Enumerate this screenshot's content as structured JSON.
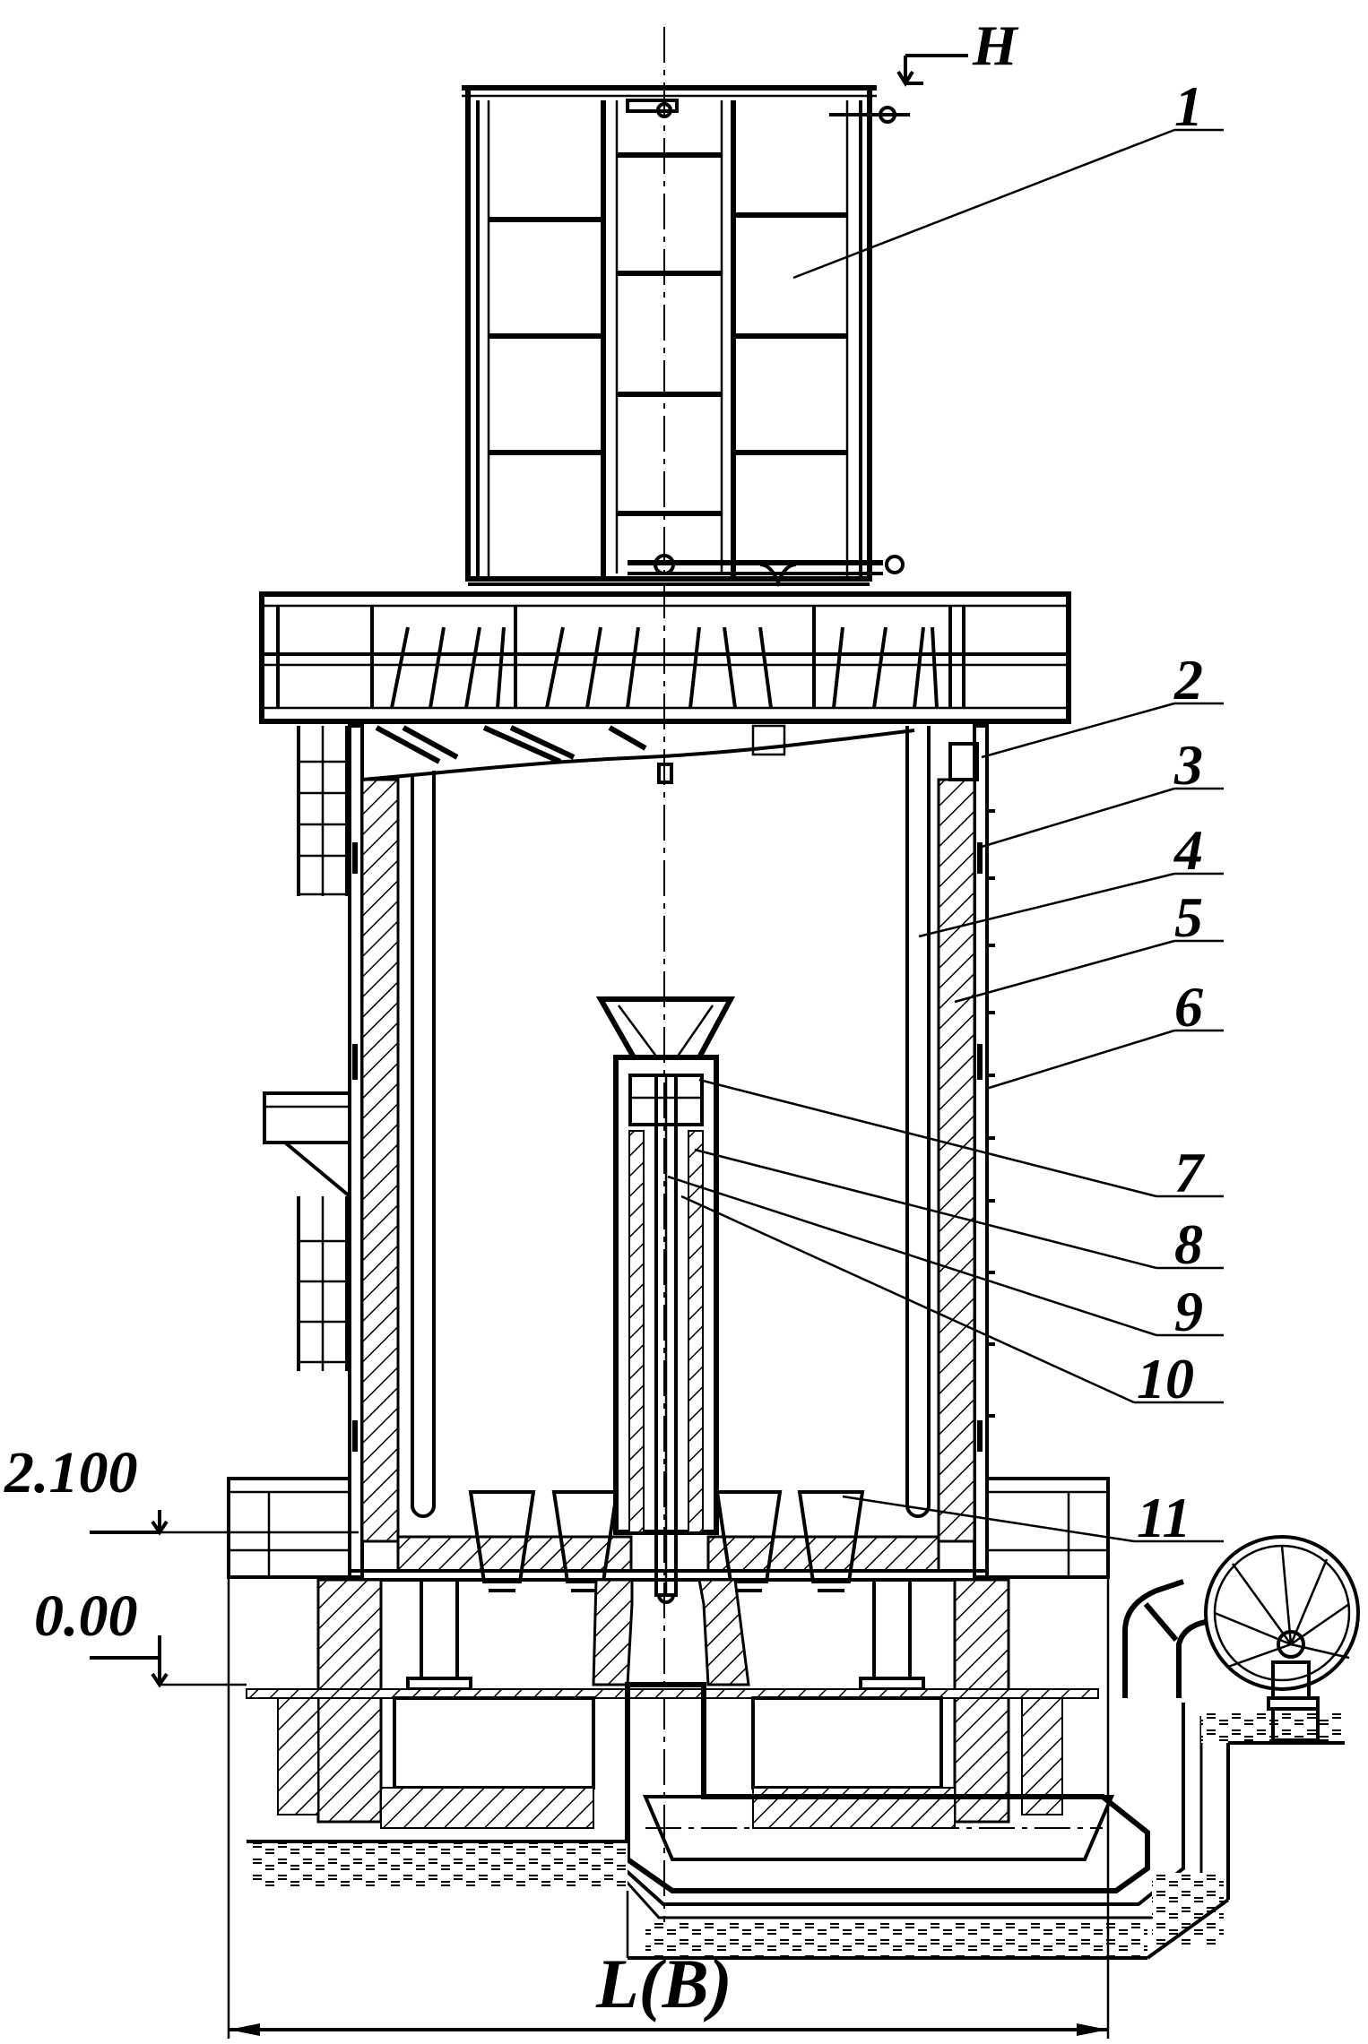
{
  "drawing": {
    "marks": {
      "top_elevation": "H",
      "level_upper": "2.100",
      "level_zero": "0.00",
      "overall_dimension": "L(B)"
    },
    "callouts": [
      "1",
      "2",
      "3",
      "4",
      "5",
      "6",
      "7",
      "8",
      "9",
      "10",
      "11"
    ]
  }
}
